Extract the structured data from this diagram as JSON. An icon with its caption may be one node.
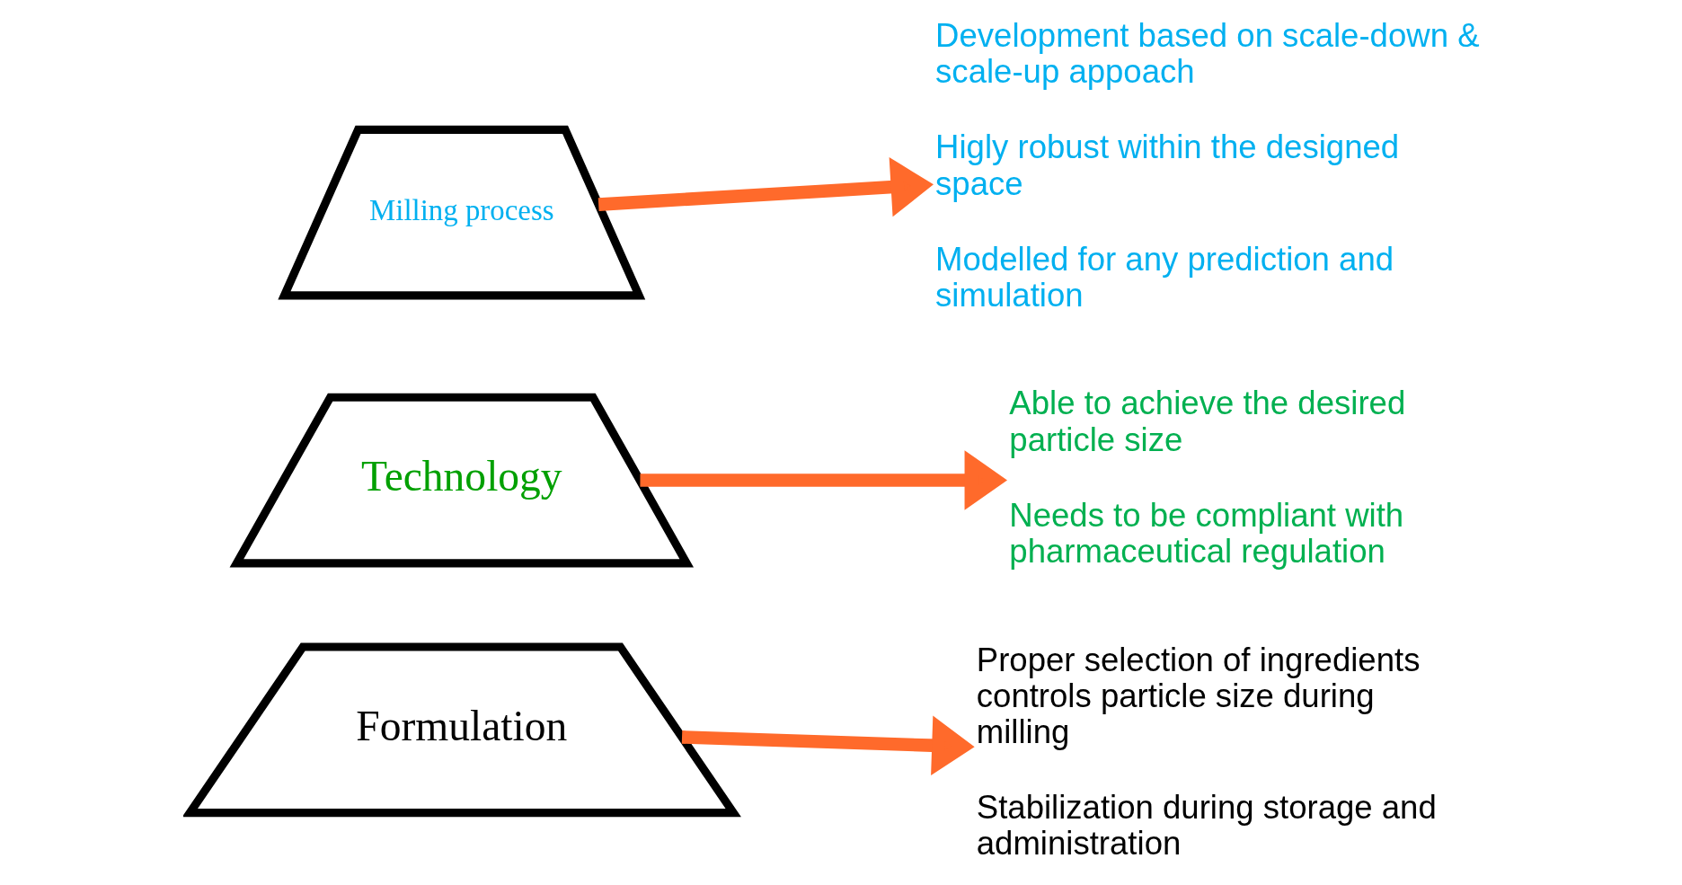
{
  "diagram": {
    "nodes": [
      {
        "text": [
          "Milling process"
        ]
      },
      {
        "text": [
          "Technology"
        ]
      },
      {
        "text": [
          "Formulation"
        ]
      },
      {
        "text": [
          "Development based on scale-down & scale-up appoach",
          "Higly robust within the designed space",
          "Modelled for any prediction and simulation"
        ]
      },
      {
        "text": [
          "Able to achieve the desired particle size",
          "Needs to be compliant with pharmaceutical regulation"
        ]
      },
      {
        "text": [
          "Proper selection of ingredients controls particle size during milling",
          "Stabilization during storage and administration"
        ]
      }
    ],
    "edges": [
      {
        "from": 0,
        "to": 3,
        "arrow": "to"
      },
      {
        "from": 1,
        "to": 4,
        "arrow": "to"
      },
      {
        "from": 2,
        "to": 5,
        "arrow": "to"
      }
    ]
  }
}
